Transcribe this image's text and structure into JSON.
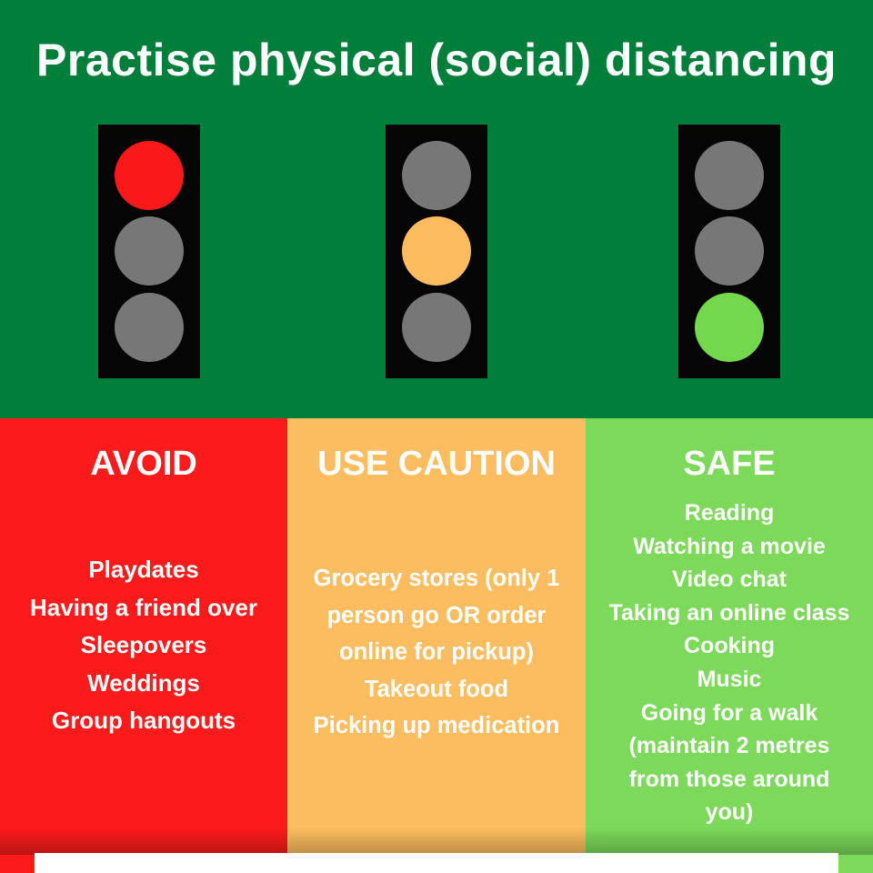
{
  "title": "Practise physical (social) distancing",
  "colors": {
    "top_background": "#007f3a",
    "avoid": "#fb1b1b",
    "caution": "#fbbd5f",
    "safe": "#7cd95a",
    "light_housing": "#050505",
    "lamp_off": "#777777",
    "lamp_red": "#f91919",
    "lamp_amber": "#fdbc5e",
    "lamp_green": "#73d84b"
  },
  "traffic_lights": [
    {
      "name": "red-traffic-light",
      "active": 1,
      "lit_color": "#f91919"
    },
    {
      "name": "amber-traffic-light",
      "active": 2,
      "lit_color": "#fdbc5e"
    },
    {
      "name": "green-traffic-light",
      "active": 3,
      "lit_color": "#73d84b"
    }
  ],
  "columns": [
    {
      "heading": "AVOID",
      "items": [
        "Playdates",
        "Having a friend over",
        "Sleepovers",
        "Weddings",
        "Group hangouts"
      ]
    },
    {
      "heading": "USE CAUTION",
      "items": [
        "Grocery stores (only 1",
        "person go OR order",
        "online for pickup)",
        "Takeout food",
        "Picking up medication"
      ]
    },
    {
      "heading": "SAFE",
      "items": [
        "Reading",
        "Watching a movie",
        "Video chat",
        "Taking an online class",
        "Cooking",
        "Music",
        "Going for a walk",
        "(maintain 2 metres",
        "from those around",
        "you)"
      ]
    }
  ]
}
